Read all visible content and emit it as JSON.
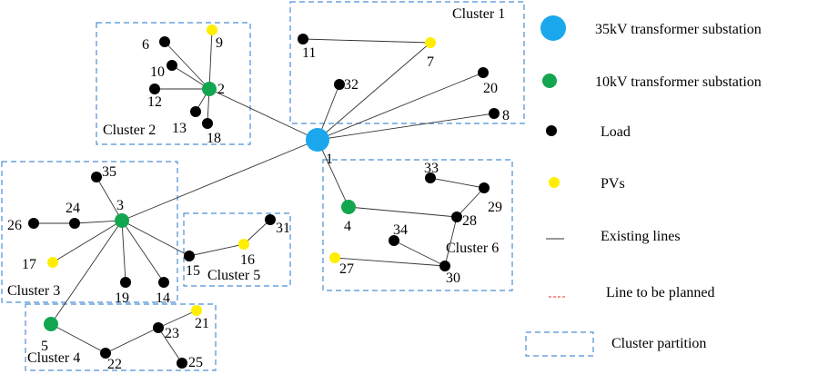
{
  "legend": [
    {
      "key": "sub35",
      "label": "35kV transformer substation",
      "color": "#1aa7ec"
    },
    {
      "key": "sub10",
      "label": "10kV transformer substation",
      "color": "#13a550"
    },
    {
      "key": "load",
      "label": "Load",
      "color": "#000000"
    },
    {
      "key": "pv",
      "label": "PVs",
      "color": "#ffee00"
    },
    {
      "key": "existing",
      "label": "Existing lines",
      "color": "#333333"
    },
    {
      "key": "planned",
      "label": "Line to be planned",
      "color": "#e83030"
    },
    {
      "key": "cluster",
      "label": "Cluster partition",
      "color": "#4a8fd4"
    }
  ],
  "clusters": [
    {
      "id": "c1",
      "label": "Cluster 1"
    },
    {
      "id": "c2",
      "label": "Cluster 2"
    },
    {
      "id": "c3",
      "label": "Cluster 3"
    },
    {
      "id": "c4",
      "label": "Cluster 4"
    },
    {
      "id": "c5",
      "label": "Cluster 5"
    },
    {
      "id": "c6",
      "label": "Cluster 6"
    }
  ],
  "nodes": [
    {
      "id": "1",
      "type": "sub35"
    },
    {
      "id": "2",
      "type": "sub10"
    },
    {
      "id": "3",
      "type": "sub10"
    },
    {
      "id": "4",
      "type": "sub10"
    },
    {
      "id": "5",
      "type": "sub10"
    },
    {
      "id": "6",
      "type": "load"
    },
    {
      "id": "7",
      "type": "pv"
    },
    {
      "id": "8",
      "type": "load"
    },
    {
      "id": "9",
      "type": "pv"
    },
    {
      "id": "10",
      "type": "load"
    },
    {
      "id": "11",
      "type": "load"
    },
    {
      "id": "12",
      "type": "load"
    },
    {
      "id": "13",
      "type": "load"
    },
    {
      "id": "14",
      "type": "load"
    },
    {
      "id": "15",
      "type": "load"
    },
    {
      "id": "16",
      "type": "pv"
    },
    {
      "id": "17",
      "type": "pv"
    },
    {
      "id": "18",
      "type": "load"
    },
    {
      "id": "19",
      "type": "load"
    },
    {
      "id": "20",
      "type": "load"
    },
    {
      "id": "21",
      "type": "pv"
    },
    {
      "id": "22",
      "type": "load"
    },
    {
      "id": "23",
      "type": "load"
    },
    {
      "id": "24",
      "type": "load"
    },
    {
      "id": "25",
      "type": "load"
    },
    {
      "id": "26",
      "type": "load"
    },
    {
      "id": "27",
      "type": "pv"
    },
    {
      "id": "28",
      "type": "load"
    },
    {
      "id": "29",
      "type": "load"
    },
    {
      "id": "30",
      "type": "load"
    },
    {
      "id": "31",
      "type": "load"
    },
    {
      "id": "32",
      "type": "load"
    },
    {
      "id": "33",
      "type": "load"
    },
    {
      "id": "34",
      "type": "load"
    },
    {
      "id": "35",
      "type": "load"
    }
  ],
  "edges": [
    [
      "1",
      "2"
    ],
    [
      "1",
      "3"
    ],
    [
      "1",
      "4"
    ],
    [
      "1",
      "7"
    ],
    [
      "1",
      "8"
    ],
    [
      "1",
      "20"
    ],
    [
      "1",
      "32"
    ],
    [
      "11",
      "7"
    ],
    [
      "2",
      "6"
    ],
    [
      "2",
      "9"
    ],
    [
      "2",
      "10"
    ],
    [
      "2",
      "12"
    ],
    [
      "2",
      "13"
    ],
    [
      "2",
      "18"
    ],
    [
      "3",
      "35"
    ],
    [
      "3",
      "24"
    ],
    [
      "24",
      "26"
    ],
    [
      "3",
      "17"
    ],
    [
      "3",
      "19"
    ],
    [
      "3",
      "14"
    ],
    [
      "3",
      "15"
    ],
    [
      "3",
      "5"
    ],
    [
      "15",
      "16"
    ],
    [
      "16",
      "31"
    ],
    [
      "5",
      "22"
    ],
    [
      "22",
      "23"
    ],
    [
      "23",
      "21"
    ],
    [
      "23",
      "25"
    ],
    [
      "4",
      "28"
    ],
    [
      "28",
      "29"
    ],
    [
      "29",
      "33"
    ],
    [
      "28",
      "30"
    ],
    [
      "30",
      "34"
    ],
    [
      "30",
      "27"
    ]
  ]
}
